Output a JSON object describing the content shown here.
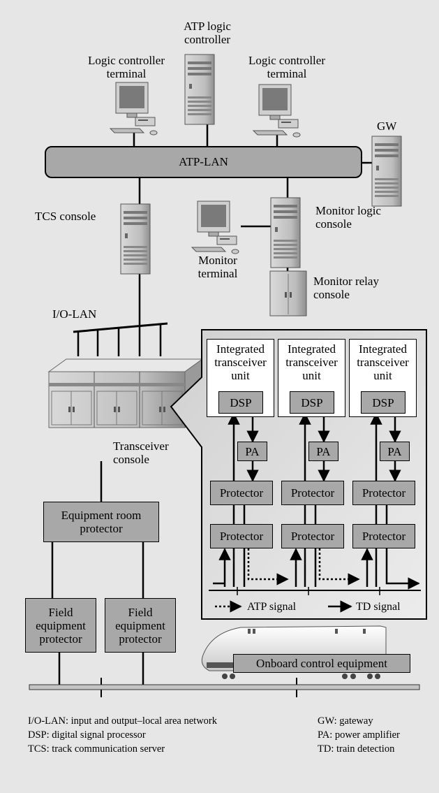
{
  "nodes": {
    "atp_logic_controller": "ATP logic\ncontroller",
    "logic_terminal_left": "Logic controller\nterminal",
    "logic_terminal_right": "Logic controller\nterminal",
    "gw": "GW",
    "atp_lan": "ATP-LAN",
    "tcs_console": "TCS console",
    "monitor_logic_console": "Monitor logic\nconsole",
    "monitor_terminal": "Monitor\nterminal",
    "monitor_relay_console": "Monitor relay\nconsole",
    "io_lan": "I/O-LAN",
    "transceiver_console": "Transceiver\nconsole",
    "equipment_room_protector": "Equipment room\nprotector",
    "field_protector_1": "Field\nequipment\nprotector",
    "field_protector_2": "Field\nequipment\nprotector",
    "onboard": "Onboard control equipment"
  },
  "detail": {
    "units": [
      {
        "title": "Integrated\ntransceiver\nunit",
        "dsp": "DSP",
        "pa": "PA",
        "protector_top": "Protector",
        "protector_bottom": "Protector"
      },
      {
        "title": "Integrated\ntransceiver\nunit",
        "dsp": "DSP",
        "pa": "PA",
        "protector_top": "Protector",
        "protector_bottom": "Protector"
      },
      {
        "title": "Integrated\ntransceiver\nunit",
        "dsp": "DSP",
        "pa": "PA",
        "protector_top": "Protector",
        "protector_bottom": "Protector"
      }
    ],
    "legend_atp": "ATP signal",
    "legend_td": "TD signal"
  },
  "abbreviations": {
    "left": [
      "I/O-LAN: input and output–local area network",
      "DSP: digital signal processor",
      "TCS: track communication server"
    ],
    "right": [
      "GW: gateway",
      "PA: power amplifier",
      "TD: train detection"
    ]
  }
}
